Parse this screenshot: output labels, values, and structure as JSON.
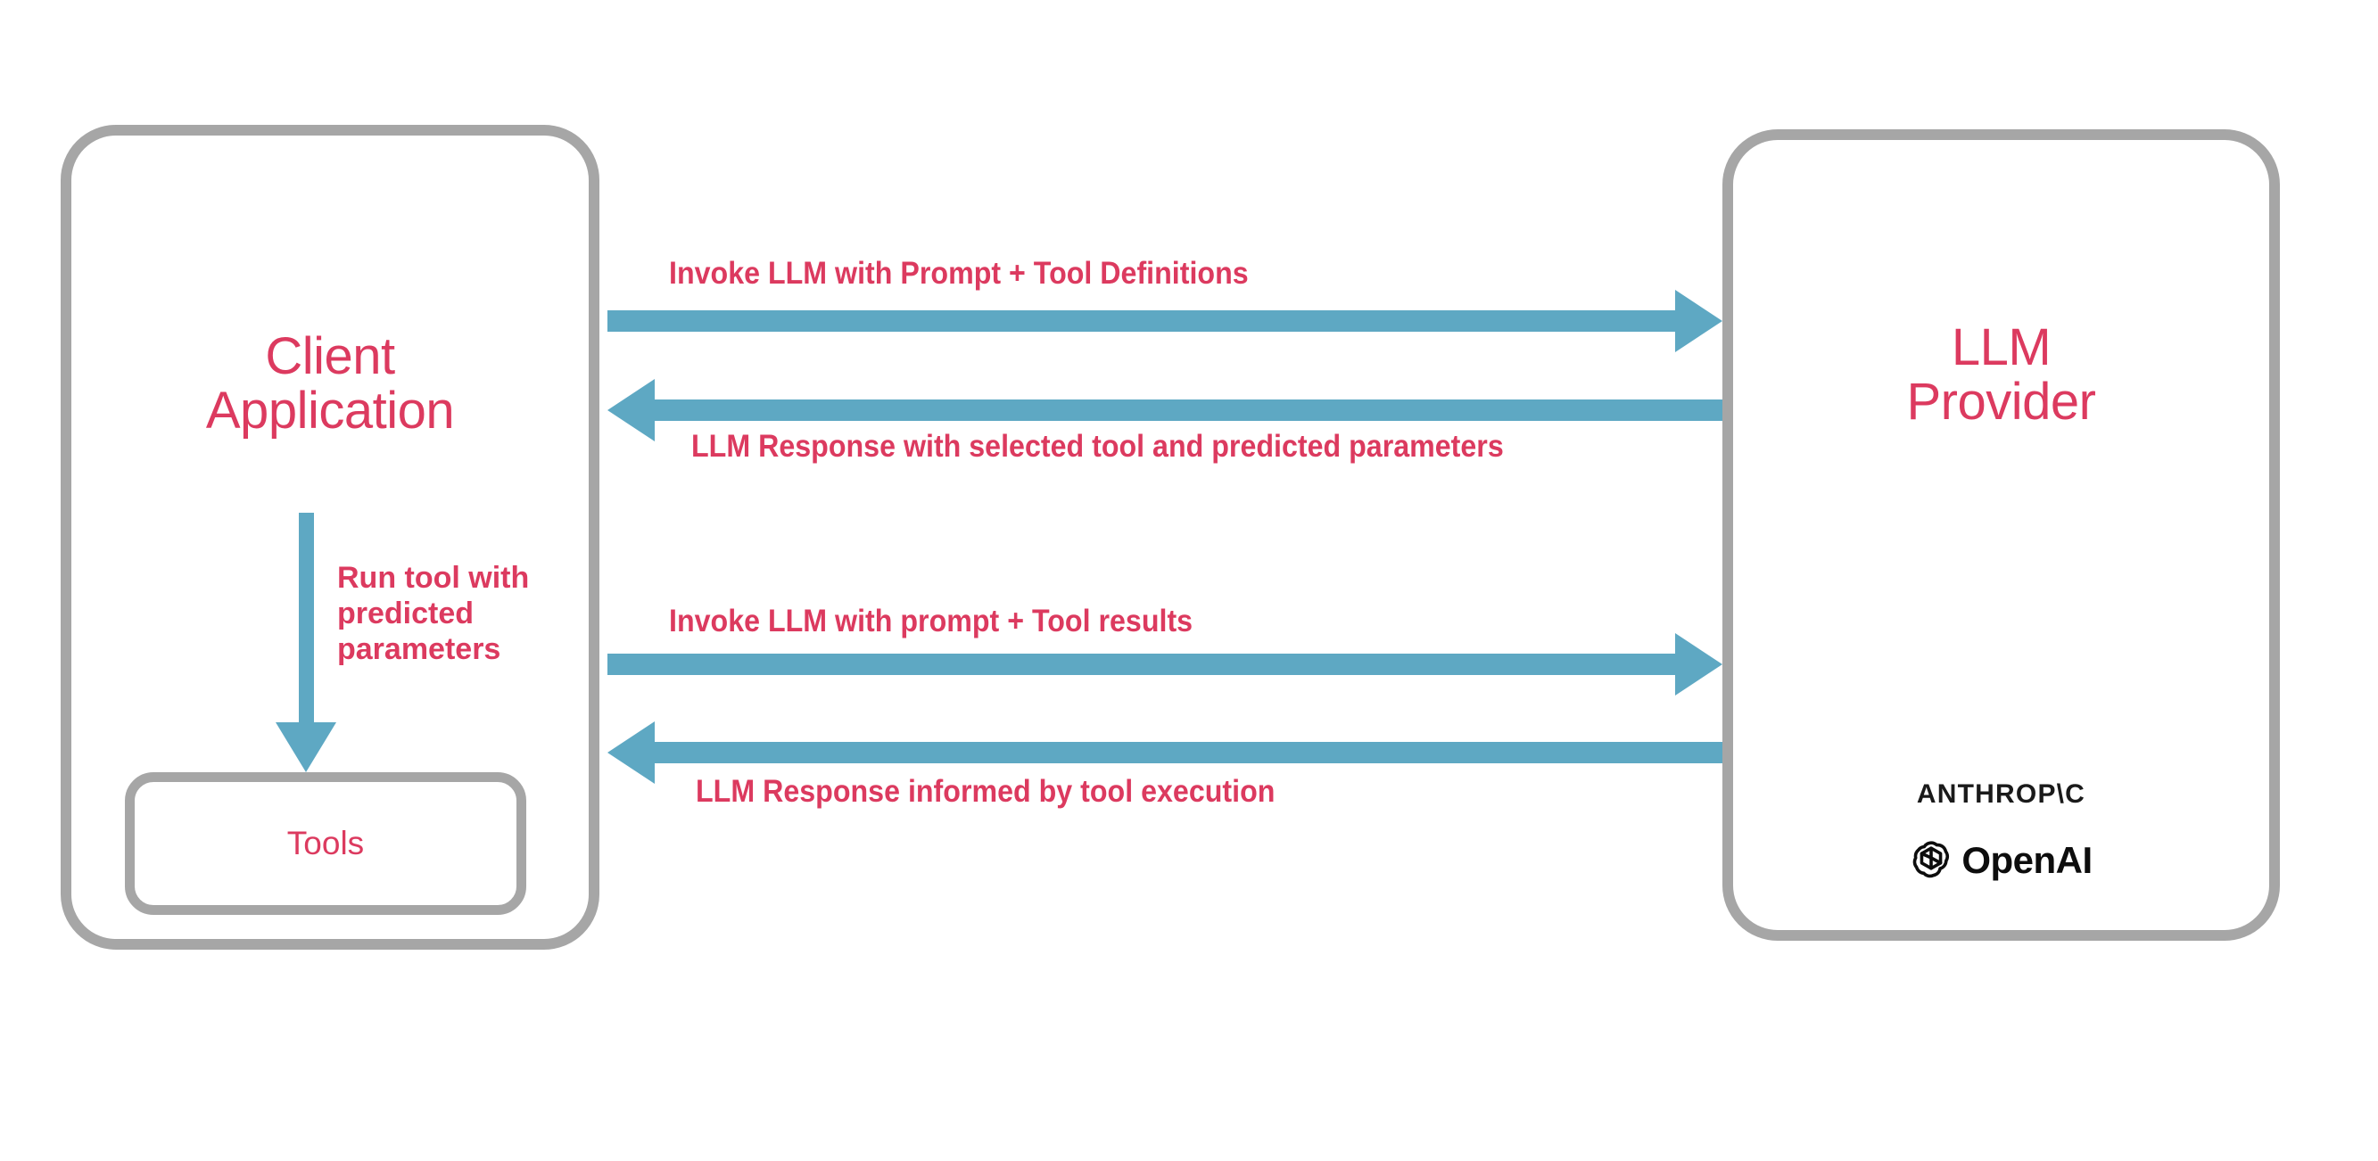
{
  "diagram": {
    "title": "LLM tool calling interaction flow",
    "colors": {
      "accent_text": "#dc3a5f",
      "arrow": "#5ea8c3",
      "box_border": "#a6a6a6",
      "background": "#ffffff",
      "logo_text": "#0d0d0d"
    }
  },
  "client": {
    "title": "Client\nApplication",
    "tools_label": "Tools",
    "internal_arrow_label": "Run tool with\npredicted\nparameters"
  },
  "provider": {
    "title": "LLM\nProvider",
    "brands": [
      {
        "name": "anthropic-wordmark",
        "label": "ANTHROP\\C"
      },
      {
        "name": "openai-wordmark",
        "label": "OpenAI"
      }
    ]
  },
  "messages": [
    {
      "id": "invoke-1",
      "direction": "client-to-provider",
      "label": "Invoke LLM with Prompt + Tool Definitions"
    },
    {
      "id": "response-1",
      "direction": "provider-to-client",
      "label": "LLM Response with selected tool and predicted parameters"
    },
    {
      "id": "invoke-2",
      "direction": "client-to-provider",
      "label": "Invoke LLM with prompt + Tool results"
    },
    {
      "id": "response-2",
      "direction": "provider-to-client",
      "label": "LLM Response informed by tool execution"
    }
  ]
}
